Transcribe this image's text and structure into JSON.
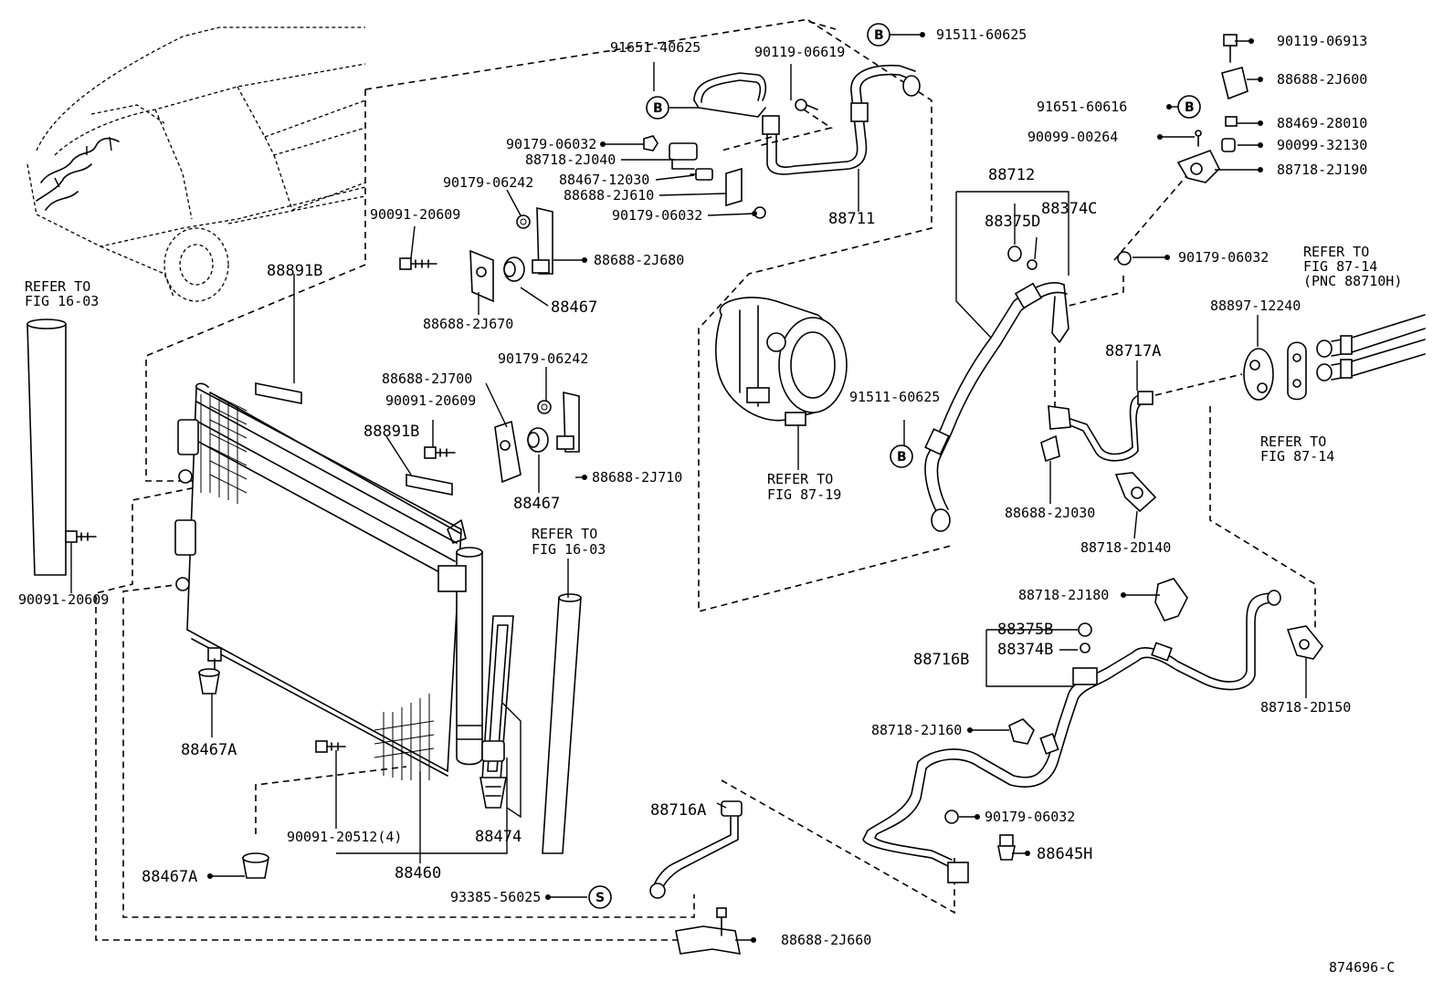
{
  "diagram_id": "874696-C",
  "labels": {
    "p91651_40625": "91651-40625",
    "p90119_06619": "90119-06619",
    "p91511_60625_top": "91511-60625",
    "p90119_06913": "90119-06913",
    "p88688_2J600": "88688-2J600",
    "p91651_60616": "91651-60616",
    "p88469_28010": "88469-28010",
    "p90099_00264": "90099-00264",
    "p90099_32130": "90099-32130",
    "p88718_2J190": "88718-2J190",
    "p90179_06032_a": "90179-06032",
    "p88718_2J040": "88718-2J040",
    "p88467_12030": "88467-12030",
    "p88688_2J610": "88688-2J610",
    "p90179_06032_b": "90179-06032",
    "p88711": "88711",
    "p90179_06242_a": "90179-06242",
    "p90091_20609_a": "90091-20609",
    "p88688_2J680": "88688-2J680",
    "p88467_a": "88467",
    "p88688_2J670": "88688-2J670",
    "p88712": "88712",
    "p88375D": "88375D",
    "p88374C": "88374C",
    "p90179_06032_c": "90179-06032",
    "refer_16_03_left_1": "REFER TO",
    "refer_16_03_left_2": "FIG 16-03",
    "p88891B_a": "88891B",
    "p88688_2J700": "88688-2J700",
    "p90179_06242_b": "90179-06242",
    "p90091_20609_b": "90091-20609",
    "p88891B_b": "88891B",
    "p88688_2J710": "88688-2J710",
    "p88467_b": "88467",
    "refer_87_14_top_1": "REFER TO",
    "refer_87_14_top_2": "FIG 87-14",
    "refer_87_14_top_3": "(PNC 88710H)",
    "p88897_12240": "88897-12240",
    "p88717A": "88717A",
    "p91511_60625_mid": "91511-60625",
    "refer_87_19_1": "REFER TO",
    "refer_87_19_2": "FIG 87-19",
    "refer_87_14_bot_1": "REFER TO",
    "refer_87_14_bot_2": "FIG 87-14",
    "p88688_2J030": "88688-2J030",
    "p88718_2D140": "88718-2D140",
    "p90091_20609_c": "90091-20609",
    "refer_16_03_mid_1": "REFER TO",
    "refer_16_03_mid_2": "FIG 16-03",
    "p88718_2J180": "88718-2J180",
    "p88375B": "88375B",
    "p88374B": "88374B",
    "p88716B": "88716B",
    "p88718_2D150": "88718-2D150",
    "p88467A_a": "88467A",
    "p88718_2J160": "88718-2J160",
    "p90091_20512": "90091-20512(4)",
    "p88474": "88474",
    "p88460": "88460",
    "p88716A": "88716A",
    "p90179_06032_d": "90179-06032",
    "p88645H": "88645H",
    "p88467A_b": "88467A",
    "p93385_56025": "93385-56025",
    "p88688_2J660": "88688-2J660"
  },
  "callout_letters": {
    "b": "B",
    "s": "S"
  }
}
